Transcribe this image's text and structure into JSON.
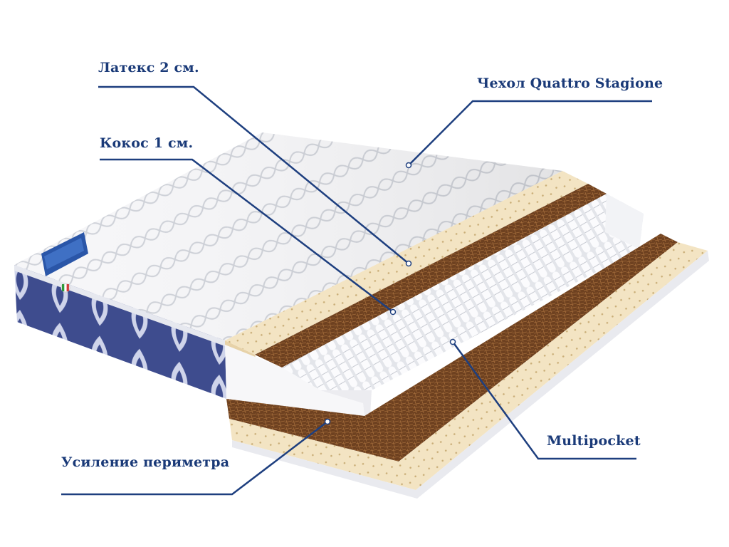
{
  "callouts": {
    "latex": "Латекс 2 см.",
    "coconut": "Кокос 1 см.",
    "cover": "Чехол Quattro Stagione",
    "multipocket": "Multipocket",
    "perimeter": "Усиление периметра"
  },
  "colors": {
    "callout_text": "#1a3a78",
    "callout_line": "#1e3f7f",
    "cover_white": "#f4f4f6",
    "side_blue": "#3d4b8c",
    "latex": "#f2e2c0",
    "coconut": "#7a4a22",
    "springs": "#e9eaee"
  }
}
